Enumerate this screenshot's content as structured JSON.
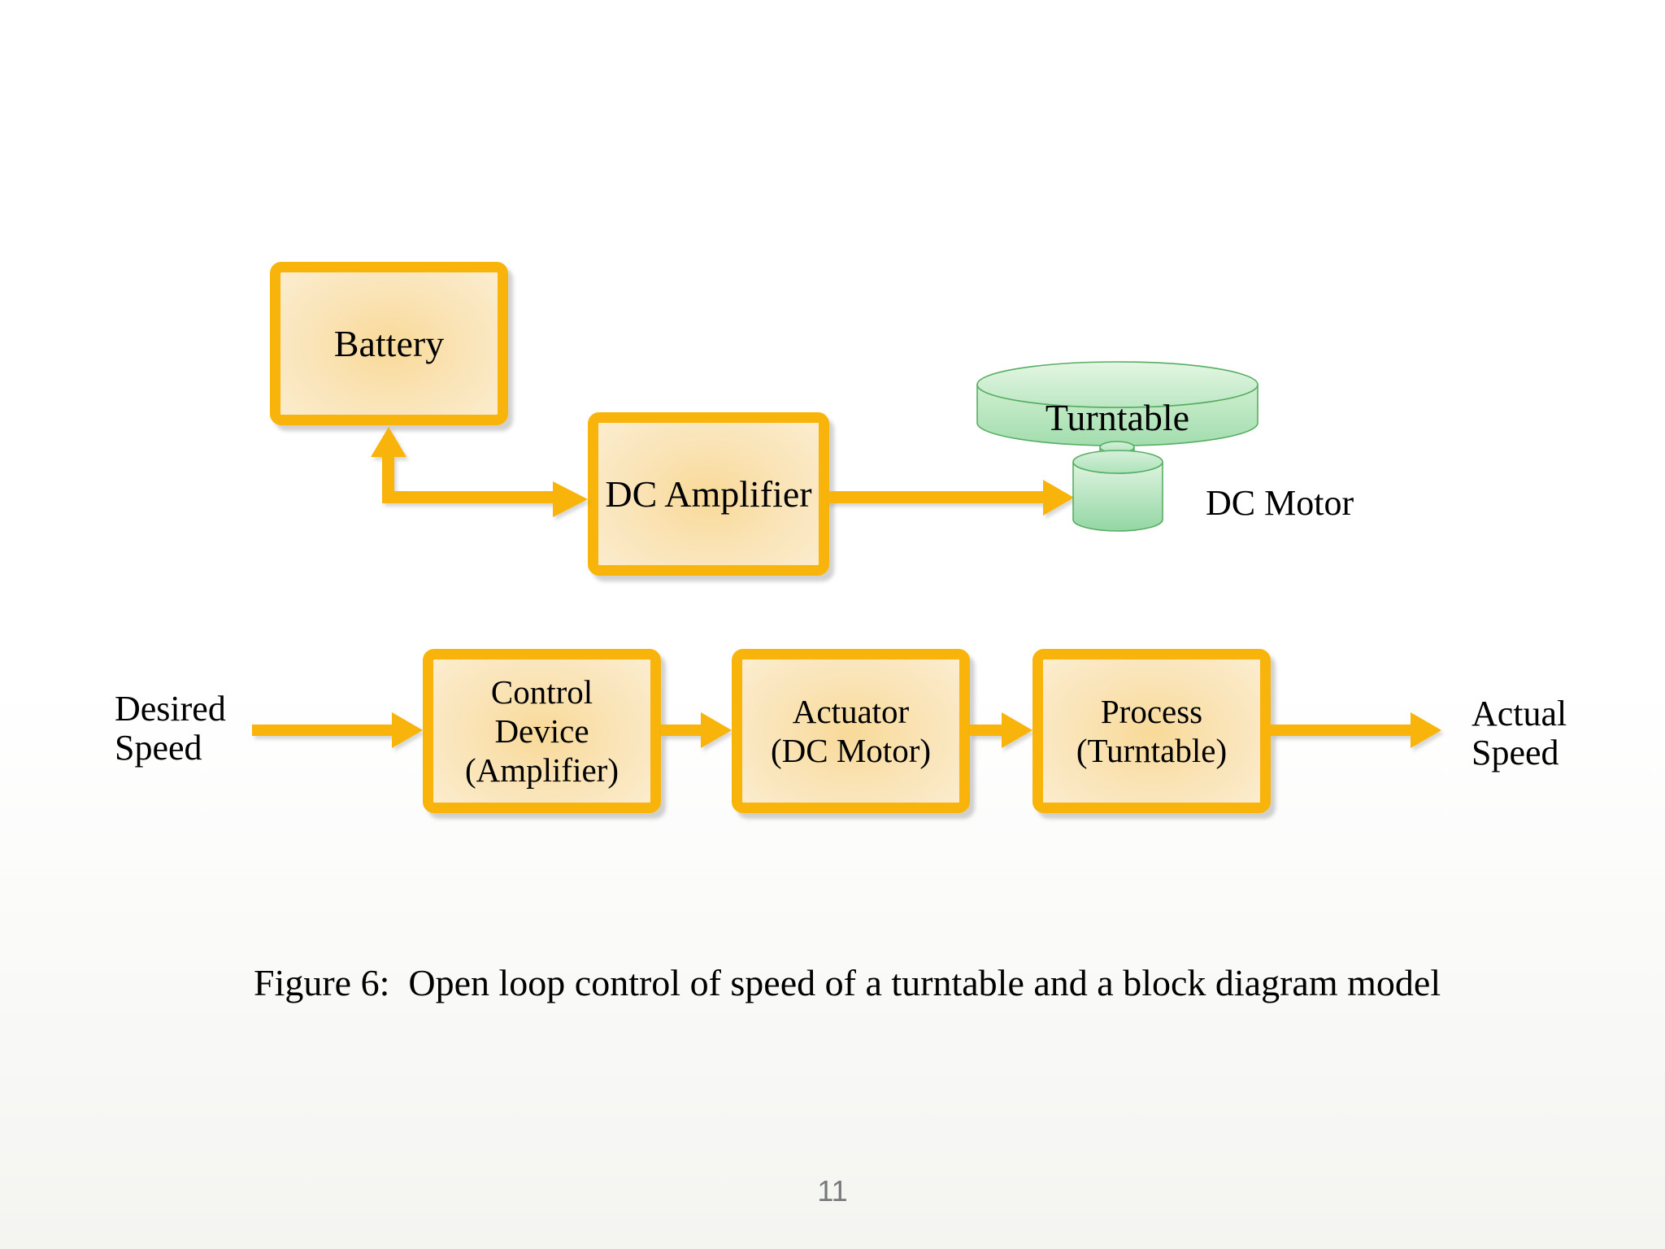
{
  "slide": {
    "caption": "Figure 6:  Open loop control of speed of a turntable and a block diagram model",
    "page_number": "11"
  },
  "physical_diagram": {
    "battery": "Battery",
    "dc_amplifier": "DC Amplifier",
    "turntable": "Turntable",
    "dc_motor": "DC Motor"
  },
  "block_diagram": {
    "input_label": {
      "line1": "Desired",
      "line2": "Speed"
    },
    "blocks": [
      {
        "lines": [
          "Control",
          "Device",
          "(Amplifier)"
        ]
      },
      {
        "lines": [
          "Actuator",
          "(DC Motor)"
        ]
      },
      {
        "lines": [
          "Process",
          "(Turntable)"
        ]
      }
    ],
    "output_label": {
      "line1": "Actual",
      "line2": "Speed"
    }
  },
  "colors": {
    "accent_gold": "#F8B40A",
    "box_fill_center": "#F8D998",
    "box_fill_edge": "#FCEFD4",
    "green_stroke": "#56AE63",
    "green_fill_light": "#DFF4E0",
    "green_fill_dark": "#9FDBAD",
    "page_number_gray": "#77787B"
  }
}
